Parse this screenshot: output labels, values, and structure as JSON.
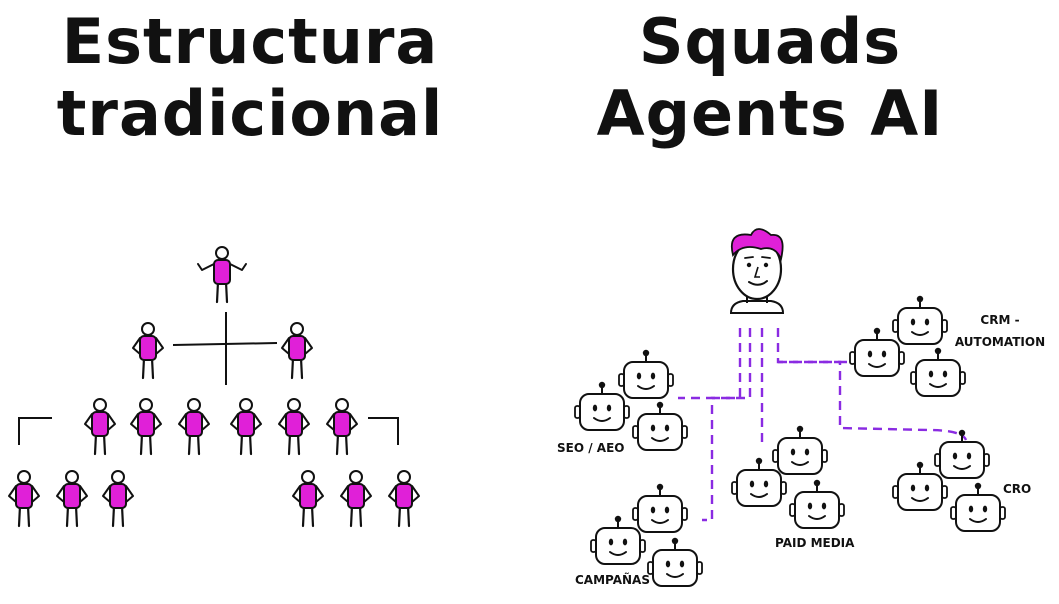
{
  "left": {
    "title_line1": "Estructura",
    "title_line2": "tradicional"
  },
  "right": {
    "title_line1": "Squads",
    "title_line2": "Agents AI"
  },
  "squads": {
    "crm": {
      "line1": "CRM -",
      "line2": "AUTOMATION"
    },
    "seo": "SEO / AEO",
    "cro": "CRO",
    "paid": "PAID MEDIA",
    "campanas": "CAMPAÑAS"
  },
  "colors": {
    "accent": "#e020d8",
    "dashed": "#8a2be2",
    "ink": "#111111"
  },
  "icons": {
    "person": "person-icon",
    "robot": "robot-icon",
    "human-lead": "human-face-icon"
  }
}
